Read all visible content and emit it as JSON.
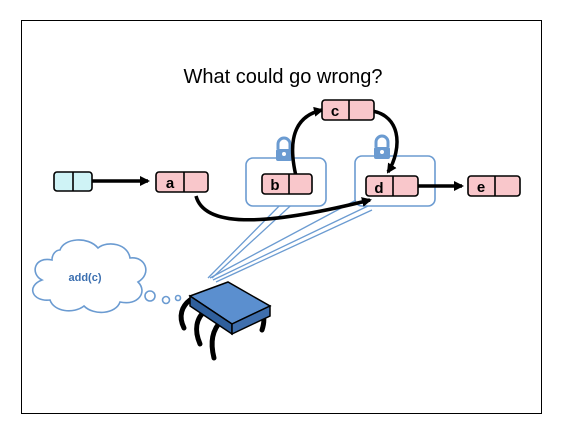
{
  "slide": {
    "title": "What could go wrong?"
  },
  "list": {
    "head_color": "#cff3f6",
    "node_color": "#f9c7cb",
    "nodes": [
      {
        "id": "a",
        "label": "a"
      },
      {
        "id": "b",
        "label": "b"
      },
      {
        "id": "c",
        "label": "c"
      },
      {
        "id": "d",
        "label": "d"
      },
      {
        "id": "e",
        "label": "e"
      }
    ],
    "locked_nodes": [
      "b",
      "d"
    ]
  },
  "thread": {
    "thought": "add(c)",
    "chip_color": "#5b8fcf"
  }
}
